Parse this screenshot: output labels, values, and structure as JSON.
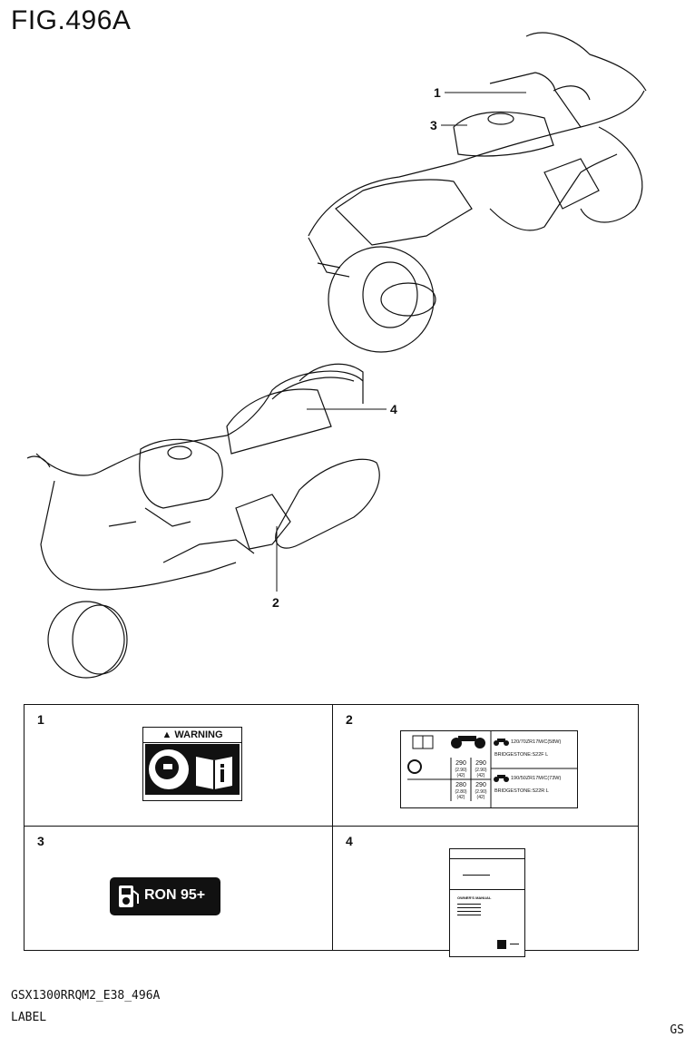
{
  "figure": {
    "title": "FIG.496A"
  },
  "callouts": [
    "1",
    "3",
    "4",
    "2"
  ],
  "labels": [
    {
      "number": "1",
      "warning_text": "WARNING"
    },
    {
      "number": "2",
      "tyre_front": "120/70ZR17M/C(58W)",
      "brand_front": "BRIDGESTONE:S22F L",
      "tyre_rear": "190/50ZR17M/C(73W)",
      "brand_rear": "BRIDGESTONE:S22R L",
      "pressure_values": [
        "290",
        "290",
        "(2.90)",
        "(2.90)",
        "(42)",
        "(42)",
        "280",
        "290",
        "(2.80)",
        "(2.90)",
        "(42)",
        "(42)"
      ]
    },
    {
      "number": "3",
      "fuel_text": "RON 95+"
    },
    {
      "number": "4",
      "manual_text": "OWNER'S MANUAL"
    }
  ],
  "footer": {
    "code": "GSX1300RRQM2_E38_496A",
    "label": "LABEL",
    "region": "GS"
  },
  "icons": [
    "warning-triangle-icon",
    "helmet-icon",
    "manual-book-icon",
    "motorcycle-icon",
    "tire-icon",
    "fuel-pump-icon"
  ]
}
